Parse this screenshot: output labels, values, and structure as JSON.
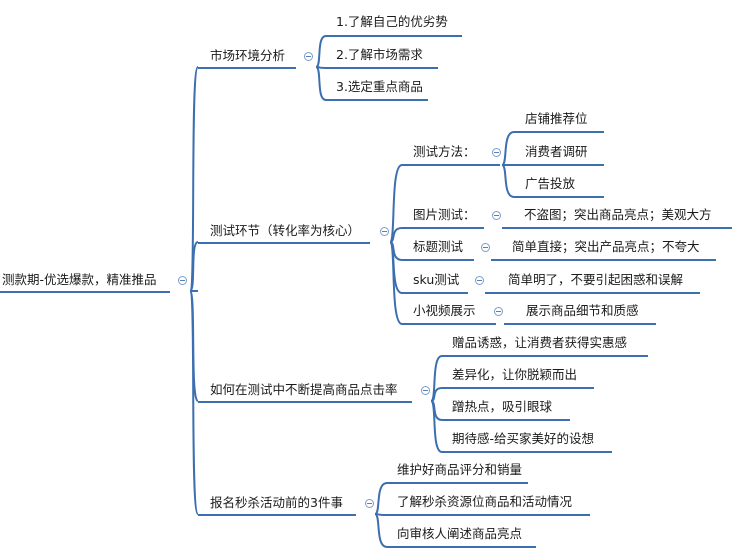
{
  "mindmap": {
    "root": "测款期-优选爆款，精准推品",
    "branches": [
      {
        "label": "市场环境分析",
        "children": [
          "1.了解自己的优劣势",
          "2.了解市场需求",
          "3.选定重点商品"
        ]
      },
      {
        "label": "测试环节（转化率为核心）",
        "children": [
          {
            "label": "测试方法：",
            "details": [
              "店铺推荐位",
              "消费者调研",
              "广告投放"
            ]
          },
          {
            "label": "图片测试：",
            "details": [
              "不盗图；突出商品亮点；美观大方"
            ]
          },
          {
            "label": "标题测试",
            "details": [
              "简单直接；突出产品亮点；不夸大"
            ]
          },
          {
            "label": "sku测试",
            "details": [
              "简单明了，不要引起困惑和误解"
            ]
          },
          {
            "label": "小视频展示",
            "details": [
              "展示商品细节和质感"
            ]
          }
        ]
      },
      {
        "label": "如何在测试中不断提高商品点击率",
        "children": [
          "赠品诱惑，让消费者获得实惠感",
          "差异化，让你脱颖而出",
          "蹭热点，吸引眼球",
          "期待感-给买家美好的设想"
        ]
      },
      {
        "label": "报名秒杀活动前的3件事",
        "children": [
          "维护好商品评分和销量",
          "了解秒杀资源位商品和活动情况",
          "向审核人阐述商品亮点"
        ]
      }
    ]
  },
  "colors": {
    "line": "#3c6fb0",
    "toggle": "#7a9cc8",
    "text": "#1a1a1a"
  }
}
